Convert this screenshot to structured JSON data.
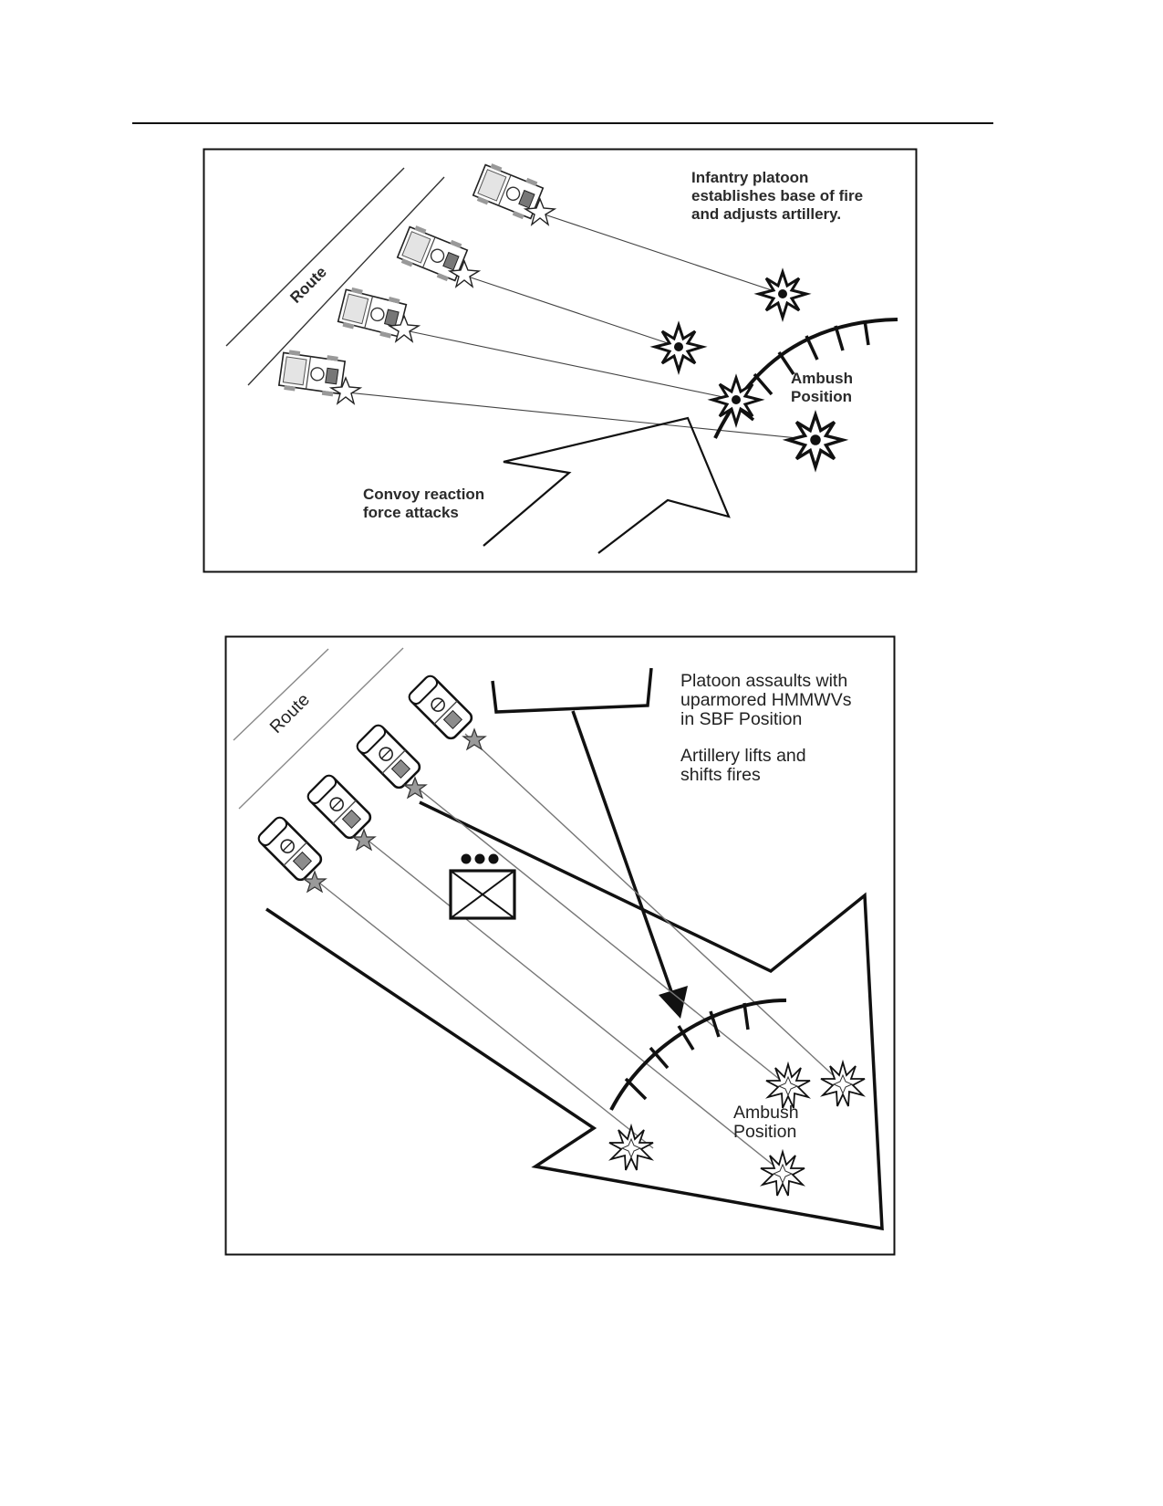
{
  "panel_top": {
    "route_label": "Route",
    "platoon_note": [
      "Infantry platoon",
      "establishes base of fire",
      "and adjusts artillery."
    ],
    "ambush_label": [
      "Ambush",
      "Position"
    ],
    "reaction_note": [
      "Convoy reaction",
      "force attacks"
    ]
  },
  "panel_bottom": {
    "route_label": "Route",
    "assault_note": [
      "Platoon assaults with",
      "uparmored HMMWVs",
      "in SBF Position"
    ],
    "artillery_note": [
      "Artillery lifts and",
      "shifts fires"
    ],
    "ambush_label": [
      "Ambush",
      "Position"
    ]
  },
  "colors": {
    "ink": "#111111",
    "fire_line": "#555555",
    "vehicle_gray": "#9a9a9a"
  }
}
